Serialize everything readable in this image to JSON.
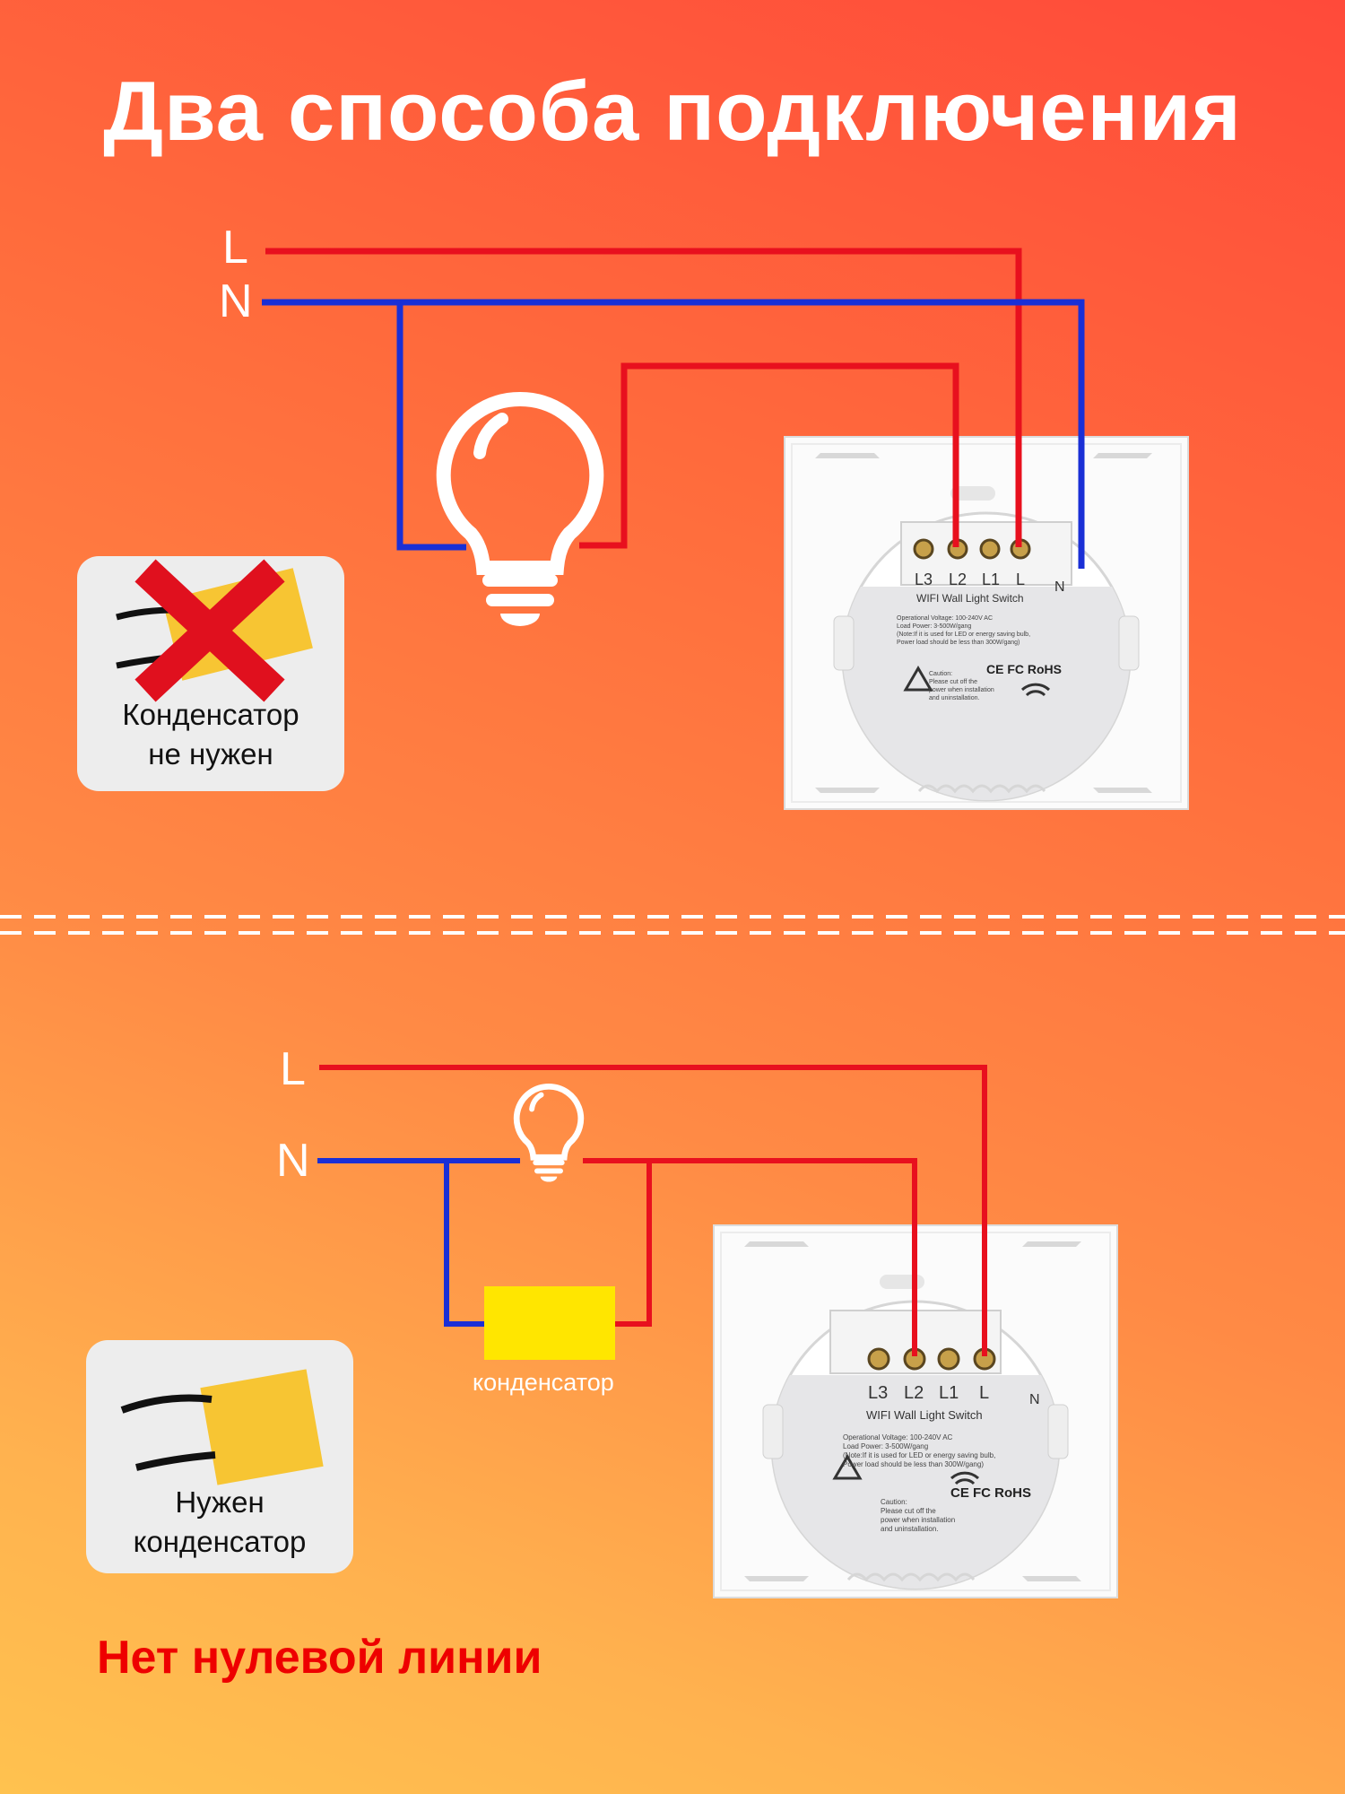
{
  "title": "Два способа подключения",
  "wire_labels": {
    "line": "L",
    "neutral": "N"
  },
  "terminal_labels": [
    "L3",
    "L2",
    "L1",
    "L",
    "N"
  ],
  "switch_panel": {
    "brand_line": "WIFI Wall Light Switch",
    "spec_lines": [
      "Operational Voltage: 100-240V AC",
      "Load Power: 3-500W/gang",
      "(Note:If it is used for LED or energy saving bulb,",
      "Power load should be less than 300W/gang)"
    ],
    "caution_lines": [
      "Caution:",
      "Please cut off the",
      "power when installation",
      "and uninstallation."
    ],
    "certs": "CE FC RoHS"
  },
  "section1": {
    "card_text": [
      "Конденсатор",
      "не нужен"
    ]
  },
  "section2": {
    "card_text": [
      "Нужен",
      "конденсатор"
    ],
    "capacitor_label": "конденсатор"
  },
  "footer": "Нет нулевой линии",
  "colors": {
    "red_wire": "#e8101e",
    "blue_wire": "#1a2fd6",
    "capacitor": "#ffe600",
    "cross": "#e0101e",
    "footer_text": "#ee0000"
  }
}
